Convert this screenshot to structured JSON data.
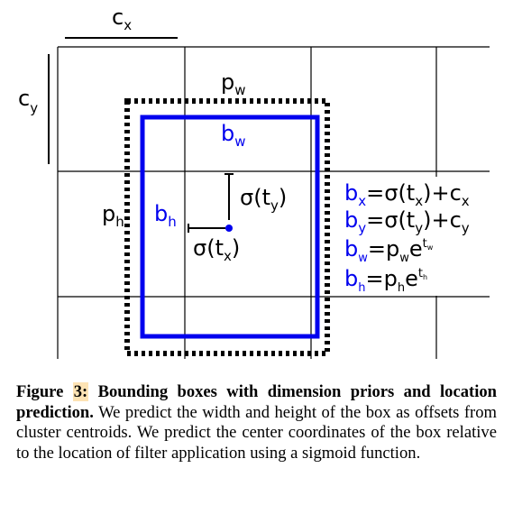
{
  "colors": {
    "blue": "#0000ee",
    "black": "#000000",
    "grid": "#000000",
    "highlight": "#fde3b4"
  },
  "labels": {
    "cx_base": "c",
    "cx_sub": "x",
    "cy_base": "c",
    "cy_sub": "y",
    "pw_base": "p",
    "pw_sub": "w",
    "ph_base": "p",
    "ph_sub": "h",
    "bw_base": "b",
    "bw_sub": "w",
    "bh_base": "b",
    "bh_sub": "h",
    "sigma_ty_pre": "σ(t",
    "sigma_ty_sub": "y",
    "sigma_ty_post": ")",
    "sigma_tx_pre": "σ(t",
    "sigma_tx_sub": "x",
    "sigma_tx_post": ")"
  },
  "equations": {
    "bx": {
      "lhs": "b",
      "lhs_sub": "x",
      "eq": "=σ(t",
      "t_sub": "x",
      "tail": ")+c",
      "tail_sub": "x"
    },
    "by": {
      "lhs": "b",
      "lhs_sub": "y",
      "eq": "=σ(t",
      "t_sub": "y",
      "tail": ")+c",
      "tail_sub": "y"
    },
    "bw": {
      "lhs": "b",
      "lhs_sub": "w",
      "eq": "=p",
      "p_sub": "w",
      "e": "e",
      "t_sup": "t",
      "t_sup_sub": "w"
    },
    "bh": {
      "lhs": "b",
      "lhs_sub": "h",
      "eq": "=p",
      "p_sub": "h",
      "e": "e",
      "t_sup": "t",
      "t_sup_sub": "h"
    }
  },
  "caption": {
    "label": "Figure",
    "number": "3:",
    "title": "Bounding boxes with dimension priors and location prediction.",
    "body": "We predict the width and height of the box as offsets from cluster centroids. We predict the center coordinates of the box relative to the location of filter application using a sigmoid function."
  }
}
